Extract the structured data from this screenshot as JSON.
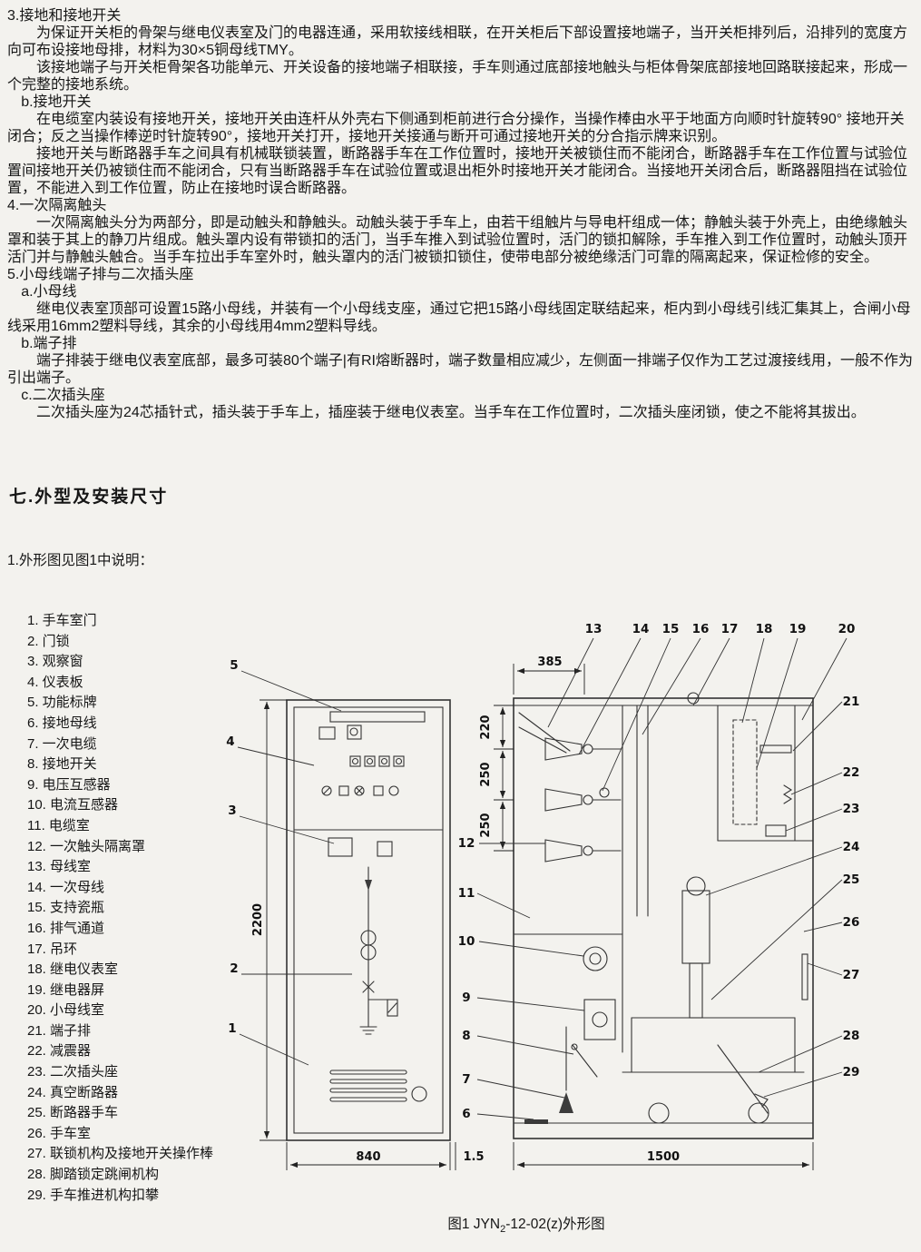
{
  "doc": {
    "paragraphs": [
      {
        "style": "head",
        "text": "3.接地和接地开关"
      },
      {
        "style": "body",
        "text": "为保证开关柜的骨架与继电仪表室及门的电器连通，采用软接线相联，在开关柜后下部设置接地端子，当开关柜排列后，沿排列的宽度方向可布设接地母排，材料为30×5铜母线TMY。"
      },
      {
        "style": "body",
        "text": "该接地端子与开关柜骨架各功能单元、开关设备的接地端子相联接，手车则通过底部接地触头与柜体骨架底部接地回路联接起来，形成一个完整的接地系统。"
      },
      {
        "style": "sub",
        "text": "b.接地开关"
      },
      {
        "style": "body",
        "text": "在电缆室内装设有接地开关，接地开关由连杆从外壳右下侧通到柜前进行合分操作，当操作棒由水平于地面方向顺时针旋转90° 接地开关闭合；反之当操作棒逆时针旋转90°，接地开关打开，接地开关接通与断开可通过接地开关的分合指示牌来识别。"
      },
      {
        "style": "body",
        "text": "接地开关与断路器手车之间具有机械联锁装置，断路器手车在工作位置时，接地开关被锁住而不能闭合，断路器手车在工作位置与试验位置间接地开关仍被锁住而不能闭合，只有当断路器手车在试验位置或退出柜外时接地开关才能闭合。当接地开关闭合后，断路器阻挡在试验位置，不能进入到工作位置，防止在接地时误合断路器。"
      },
      {
        "style": "head",
        "text": "4.一次隔离触头"
      },
      {
        "style": "body",
        "text": "一次隔离触头分为两部分，即是动触头和静触头。动触头装于手车上，由若干组触片与导电杆组成一体；静触头装于外壳上，由绝缘触头罩和装于其上的静刀片组成。触头罩内设有带锁扣的活门，当手车推入到试验位置时，活门的锁扣解除，手车推入到工作位置时，动触头顶开活门并与静触头触合。当手车拉出手车室外时，触头罩内的活门被锁扣锁住，使带电部分被绝缘活门可靠的隔离起来，保证检修的安全。"
      },
      {
        "style": "head",
        "text": "5.小母线端子排与二次插头座"
      },
      {
        "style": "sub",
        "text": "a.小母线"
      },
      {
        "style": "body",
        "text": "继电仪表室顶部可设置15路小母线，并装有一个小母线支座，通过它把15路小母线固定联结起来，柜内到小母线引线汇集其上，合闸小母线采用16mm2塑料导线，其余的小母线用4mm2塑料导线。"
      },
      {
        "style": "sub",
        "text": "b.端子排"
      },
      {
        "style": "body",
        "text": "端子排装于继电仪表室底部，最多可装80个端子|有RI熔断器时，端子数量相应减少，左侧面一排端子仅作为工艺过渡接线用，一般不作为引出端子。"
      },
      {
        "style": "sub",
        "text": "c.二次插头座"
      },
      {
        "style": "body",
        "text": "二次插头座为24芯插针式，插头装于手车上，插座装于继电仪表室。当手车在工作位置时，二次插头座闭锁，使之不能将其拔出。"
      }
    ],
    "section_heading": "七.外型及安装尺寸",
    "figure_intro": "1.外形图见图1中说明："
  },
  "figure": {
    "parts": [
      {
        "num": "1",
        "label": "手车室门"
      },
      {
        "num": "2",
        "label": "门锁"
      },
      {
        "num": "3",
        "label": "观察窗"
      },
      {
        "num": "4",
        "label": "仪表板"
      },
      {
        "num": "5",
        "label": "功能标牌"
      },
      {
        "num": "6",
        "label": "接地母线"
      },
      {
        "num": "7",
        "label": "一次电缆"
      },
      {
        "num": "8",
        "label": "接地开关"
      },
      {
        "num": "9",
        "label": "电压互感器"
      },
      {
        "num": "10",
        "label": "电流互感器"
      },
      {
        "num": "11",
        "label": "电缆室"
      },
      {
        "num": "12",
        "label": "一次触头隔离罩"
      },
      {
        "num": "13",
        "label": "母线室"
      },
      {
        "num": "14",
        "label": "一次母线"
      },
      {
        "num": "15",
        "label": "支持瓷瓶"
      },
      {
        "num": "16",
        "label": "排气通道"
      },
      {
        "num": "17",
        "label": "吊环"
      },
      {
        "num": "18",
        "label": "继电仪表室"
      },
      {
        "num": "19",
        "label": "继电器屏"
      },
      {
        "num": "20",
        "label": "小母线室"
      },
      {
        "num": "21",
        "label": "端子排"
      },
      {
        "num": "22",
        "label": "减震器"
      },
      {
        "num": "23",
        "label": "二次插头座"
      },
      {
        "num": "24",
        "label": "真空断路器"
      },
      {
        "num": "25",
        "label": "断路器手车"
      },
      {
        "num": "26",
        "label": "手车室"
      },
      {
        "num": "27",
        "label": "联锁机构及接地开关操作棒"
      },
      {
        "num": "28",
        "label": "脚踏锁定跳闸机构"
      },
      {
        "num": "29",
        "label": "手车推进机构扣攀"
      }
    ],
    "dims": {
      "top_depth": "385",
      "seg1": "220",
      "seg2": "250",
      "seg3": "250",
      "front_height": "2200",
      "front_width": "840",
      "gap": "1.5",
      "side_width": "1500"
    },
    "caption": {
      "pre": "图1 JYN",
      "sub": "2",
      "post": "-12-02(z)外形图"
    }
  }
}
